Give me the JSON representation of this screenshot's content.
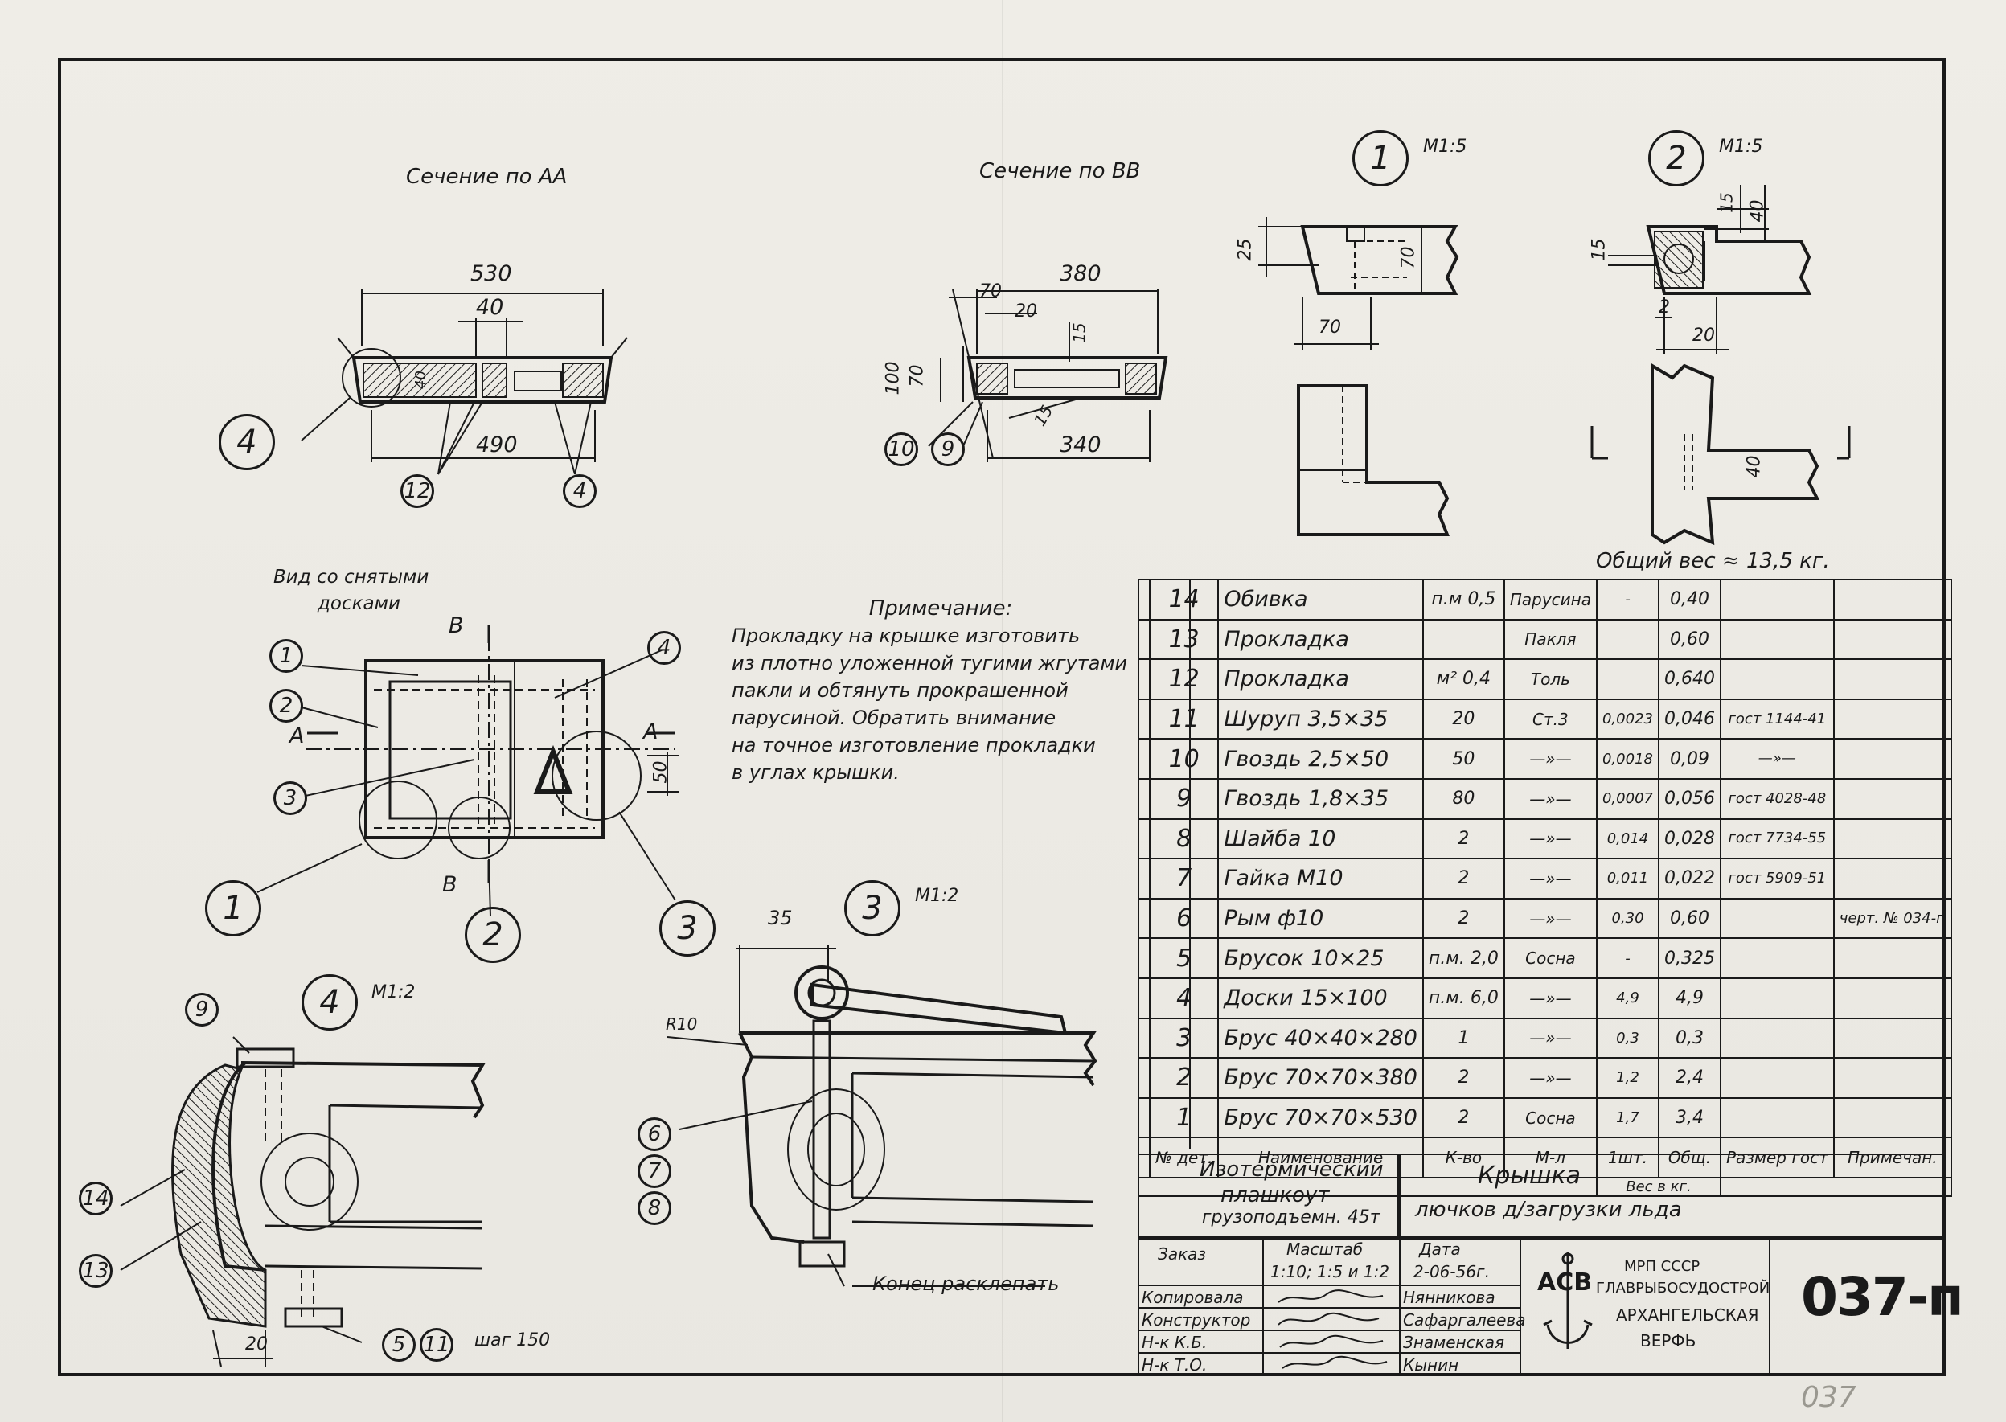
{
  "sections": {
    "aa": "Сечение по АА",
    "bb": "Сечение по ВВ",
    "view": [
      "Вид со снятыми",
      "досками"
    ]
  },
  "details": {
    "d1": {
      "num": "1",
      "scale": "М1:5"
    },
    "d2": {
      "num": "2",
      "scale": "М1:5"
    },
    "d3": {
      "num": "3",
      "scale": "М1:2"
    },
    "d4": {
      "num": "4",
      "scale": "М1:2"
    }
  },
  "dimensions": {
    "aa_530": "530",
    "aa_40": "40",
    "aa_40v": "40",
    "aa_490": "490",
    "bb_380": "380",
    "bb_70": "70",
    "bb_20": "20",
    "bb_15": "15",
    "bb_100": "100",
    "bb_70v": "70",
    "bb_15b": "15",
    "bb_340": "340",
    "d1_25": "25",
    "d1_70v": "70",
    "d1_70": "70",
    "d2_15a": "15",
    "d2_40": "40",
    "d2_15": "15",
    "d2_2": "2",
    "d2_20": "20",
    "d2_40b": "40",
    "view_50": "50",
    "view_A1": "А",
    "view_A2": "А",
    "view_B1": "В",
    "view_B2": "В",
    "d3_35": "35",
    "d3_r10": "R10",
    "d4_20": "20",
    "d4_step": "шаг 150"
  },
  "callouts": {
    "aa_4": "4",
    "aa_12": "12",
    "aa_4b": "4",
    "bb_10": "10",
    "bb_9": "9",
    "v_1": "1",
    "v_2": "2",
    "v_3": "3",
    "v_4": "4",
    "big_1": "1",
    "big_2": "2",
    "big_3": "3",
    "d3_6": "6",
    "d3_7": "7",
    "d3_8": "8",
    "d4_9": "9",
    "d4_14": "14",
    "d4_13": "13",
    "d4_5": "5",
    "d4_11": "11"
  },
  "annotations": {
    "rivet": "Конец расклепать",
    "total_weight": "Общий вес ≈ 13,5 кг."
  },
  "note": {
    "heading": "Примечание:",
    "lines": [
      "Прокладку на крышке изготовить",
      "из плотно уложенной тугими жгутами",
      "пакли и обтянуть прокрашенной",
      "парусиной. Обратить внимание",
      "на точное изготовление прокладки",
      "в углах крышки."
    ]
  },
  "bom": {
    "rows": [
      {
        "pos": "14",
        "name": "Обивка",
        "qty": "п.м 0,5",
        "mat": "Парусина",
        "w1": "-",
        "w2": "0,40",
        "gost": "",
        "note": ""
      },
      {
        "pos": "13",
        "name": "Прокладка",
        "qty": "",
        "mat": "Пакля",
        "w1": "",
        "w2": "0,60",
        "gost": "",
        "note": ""
      },
      {
        "pos": "12",
        "name": "Прокладка",
        "qty": "м² 0,4",
        "mat": "Толь",
        "w1": "",
        "w2": "0,640",
        "gost": "",
        "note": ""
      },
      {
        "pos": "11",
        "name": "Шуруп  3,5×35",
        "qty": "20",
        "mat": "Ст.3",
        "w1": "0,0023",
        "w2": "0,046",
        "gost": "гост 1144-41",
        "note": ""
      },
      {
        "pos": "10",
        "name": "Гвоздь  2,5×50",
        "qty": "50",
        "mat": "—»—",
        "w1": "0,0018",
        "w2": "0,09",
        "gost": "—»—",
        "note": ""
      },
      {
        "pos": "9",
        "name": "Гвоздь  1,8×35",
        "qty": "80",
        "mat": "—»—",
        "w1": "0,0007",
        "w2": "0,056",
        "gost": "гост 4028-48",
        "note": ""
      },
      {
        "pos": "8",
        "name": "Шайба  10",
        "qty": "2",
        "mat": "—»—",
        "w1": "0,014",
        "w2": "0,028",
        "gost": "гост 7734-55",
        "note": ""
      },
      {
        "pos": "7",
        "name": "Гайка  М10",
        "qty": "2",
        "mat": "—»—",
        "w1": "0,011",
        "w2": "0,022",
        "gost": "гост 5909-51",
        "note": ""
      },
      {
        "pos": "6",
        "name": "Рым  ф10",
        "qty": "2",
        "mat": "—»—",
        "w1": "0,30",
        "w2": "0,60",
        "gost": "",
        "note": "черт. № 034-п"
      },
      {
        "pos": "5",
        "name": "Брусок  10×25",
        "qty": "п.м. 2,0",
        "mat": "Сосна",
        "w1": "-",
        "w2": "0,325",
        "gost": "",
        "note": ""
      },
      {
        "pos": "4",
        "name": "Доски   15×100",
        "qty": "п.м. 6,0",
        "mat": "—»—",
        "w1": "4,9",
        "w2": "4,9",
        "gost": "",
        "note": ""
      },
      {
        "pos": "3",
        "name": "Брус   40×40×280",
        "qty": "1",
        "mat": "—»—",
        "w1": "0,3",
        "w2": "0,3",
        "gost": "",
        "note": ""
      },
      {
        "pos": "2",
        "name": "Брус   70×70×380",
        "qty": "2",
        "mat": "—»—",
        "w1": "1,2",
        "w2": "2,4",
        "gost": "",
        "note": ""
      },
      {
        "pos": "1",
        "name": "Брус   70×70×530",
        "qty": "2",
        "mat": "Сосна",
        "w1": "1,7",
        "w2": "3,4",
        "gost": "",
        "note": ""
      }
    ],
    "header": {
      "pos": "№ дет.",
      "name": "Наименование",
      "qty": "К-во",
      "mat": "М-л",
      "w1": "1шт.",
      "w2": "Общ.",
      "weight": "Вес в кг.",
      "gost": "Размер гост",
      "note": "Примечан."
    }
  },
  "title_block": {
    "product": [
      "Изотермический",
      "плашкоут",
      "грузоподъемн. 45т"
    ],
    "part": [
      "Крышка",
      "лючков д/загрузки льда"
    ],
    "order": "Заказ",
    "scale_label": "Масштаб",
    "scale_value": "1:10; 1:5 и 1:2",
    "date_label": "Дата",
    "date_value": "2-06-56г.",
    "roles": [
      "Копировала",
      "Конструктор",
      "Н-к К.Б.",
      "Н-к Т.О."
    ],
    "names": [
      "Нянникова",
      "Сафаргалеева",
      "Знаменская",
      "Кынин"
    ],
    "org": [
      "МРП СССР",
      "ГЛАВРЫБОСУДОСТРОЙ",
      "АРХАНГЕЛЬСКАЯ",
      "ВЕРФЬ"
    ],
    "logo": "АСВ",
    "sheet_no": "037-п",
    "stamp_bottom": "037"
  }
}
